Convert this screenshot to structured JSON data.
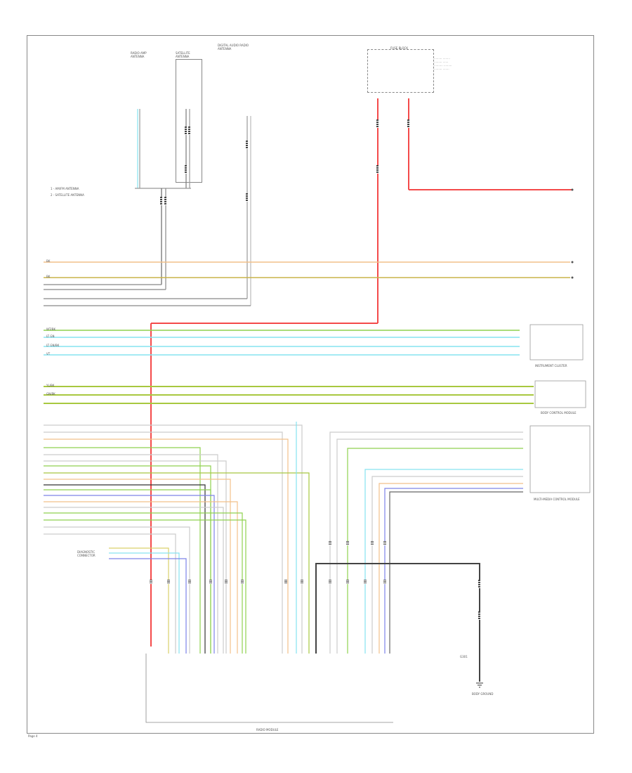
{
  "colors": {
    "power_red": "#f44a4a",
    "ground_black": "#333333",
    "orange": "#f2c08a",
    "yellow": "#d9d06a",
    "green": "#8fd14f",
    "cyan": "#86e3f0",
    "olive_green": "#a8c840",
    "gray": "#bdbdbd",
    "blue": "#7d83e8",
    "dark_gray": "#666666"
  },
  "labels": {
    "antenna_left": "RADIO AMP ANTENNA",
    "antenna_mid": "SATELLITE ANTENNA",
    "antenna_right": "DIGITAL AUDIO RADIO ANTENNA",
    "fuse_block": "FUSE BLOCK",
    "legend_1": "1 - AM/FM ANTENNA",
    "legend_2": "2 - SATELLITE ANTENNA",
    "right_module_1": "INSTRUMENT CLUSTER",
    "right_module_2": "BODY CONTROL MODULE",
    "right_module_3": "MULTI-MEDIA CONTROL MODULE",
    "left_connector_label": "DIAGNOSTIC CONNECTOR",
    "bottom_module": "RADIO MODULE",
    "ground_label": "G301",
    "ground_point": "BODY GROUND",
    "footer": "Page 4"
  },
  "wire_codes": {
    "bus1": "BK",
    "bus2": "BK",
    "row_a": "WT/BK",
    "row_b": "LT GN",
    "row_c": "LT GN/BK",
    "row_d": "VT",
    "row_e": "YL/BK",
    "row_f": "GN/BK"
  }
}
